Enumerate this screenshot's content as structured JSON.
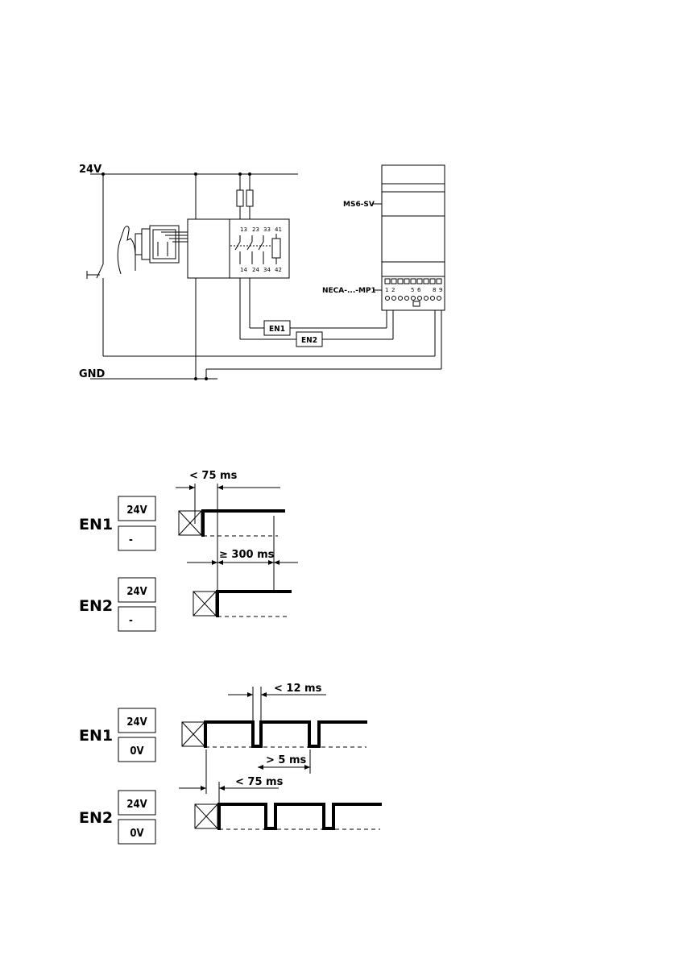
{
  "wiring": {
    "supply_label": "24V",
    "ground_label": "GND",
    "valve_label": "MS6-SV",
    "connector_label": "NECA-...-MP1",
    "en1_label": "EN1",
    "en2_label": "EN2",
    "terminals_top": [
      "13",
      "23",
      "33",
      "41"
    ],
    "terminals_bottom": [
      "14",
      "24",
      "34",
      "42"
    ],
    "connector_pins": [
      "1",
      "2",
      "5",
      "6",
      "8",
      "9"
    ]
  },
  "timing1": {
    "delay_label": "< 75 ms",
    "min_label": "≥ 300 ms",
    "en1": {
      "name": "EN1",
      "high": "24V",
      "low": "-"
    },
    "en2": {
      "name": "EN2",
      "high": "24V",
      "low": "-"
    }
  },
  "timing2": {
    "pulse_label": "< 12 ms",
    "gap_label": "> 5 ms",
    "delay_label": "< 75 ms",
    "en1": {
      "name": "EN1",
      "high": "24V",
      "low": "0V"
    },
    "en2": {
      "name": "EN2",
      "high": "24V",
      "low": "0V"
    }
  }
}
